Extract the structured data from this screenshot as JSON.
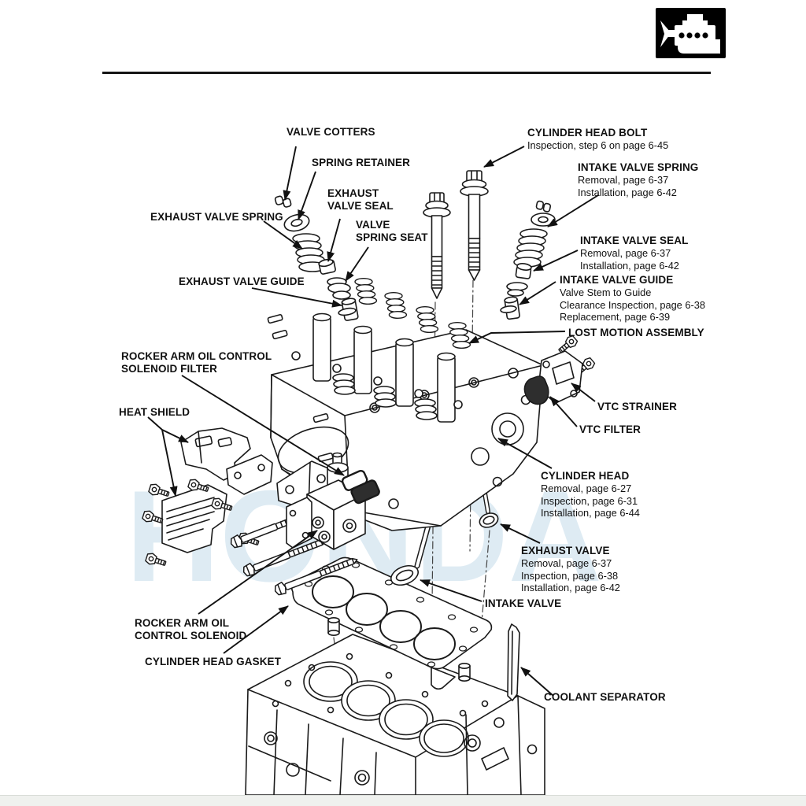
{
  "page": {
    "background": "#ffffff",
    "line_color": "#1a1a1a",
    "icon_box_color": "#000000"
  },
  "header": {
    "icon": "engine-icon"
  },
  "watermark": {
    "text": "HONDA",
    "color": "#bed9e9"
  },
  "labels": [
    {
      "id": "valve-cotters",
      "title": "VALVE COTTERS"
    },
    {
      "id": "spring-retainer",
      "title": "SPRING RETAINER"
    },
    {
      "id": "exhaust-valve-seal",
      "title": "EXHAUST\nVALVE SEAL"
    },
    {
      "id": "valve-spring-seat",
      "title": "VALVE\nSPRING SEAT"
    },
    {
      "id": "exhaust-valve-spring",
      "title": "EXHAUST VALVE SPRING"
    },
    {
      "id": "exhaust-valve-guide",
      "title": "EXHAUST VALVE GUIDE"
    },
    {
      "id": "cylinder-head-bolt",
      "title": "CYLINDER HEAD BOLT",
      "sub": "Inspection, step 6 on page 6-45"
    },
    {
      "id": "intake-valve-spring",
      "title": "INTAKE VALVE SPRING",
      "sub": "Removal, page 6-37\nInstallation, page 6-42"
    },
    {
      "id": "intake-valve-seal",
      "title": "INTAKE VALVE SEAL",
      "sub": "Removal, page 6-37\nInstallation, page 6-42"
    },
    {
      "id": "intake-valve-guide",
      "title": "INTAKE VALVE GUIDE",
      "sub": "Valve Stem to Guide\nClearance Inspection, page 6-38\nReplacement, page 6-39"
    },
    {
      "id": "lost-motion-assembly",
      "title": "LOST MOTION ASSEMBLY"
    },
    {
      "id": "vtc-strainer",
      "title": "VTC STRAINER"
    },
    {
      "id": "vtc-filter",
      "title": "VTC FILTER"
    },
    {
      "id": "cylinder-head",
      "title": "CYLINDER HEAD",
      "sub": "Removal, page 6-27\nInspection, page 6-31\nInstallation, page 6-44"
    },
    {
      "id": "exhaust-valve",
      "title": "EXHAUST VALVE",
      "sub": "Removal, page 6-37\nInspection, page 6-38\nInstallation, page 6-42"
    },
    {
      "id": "intake-valve",
      "title": "INTAKE VALVE"
    },
    {
      "id": "rocker-arm-oil-control-solenoid-filter",
      "title": "ROCKER ARM OIL CONTROL\nSOLENOID FILTER"
    },
    {
      "id": "heat-shield",
      "title": "HEAT SHIELD"
    },
    {
      "id": "rocker-arm-oil-control-solenoid",
      "title": "ROCKER ARM OIL\nCONTROL SOLENOID"
    },
    {
      "id": "cylinder-head-gasket",
      "title": "CYLINDER HEAD GASKET"
    },
    {
      "id": "coolant-separator",
      "title": "COOLANT SEPARATOR"
    }
  ]
}
